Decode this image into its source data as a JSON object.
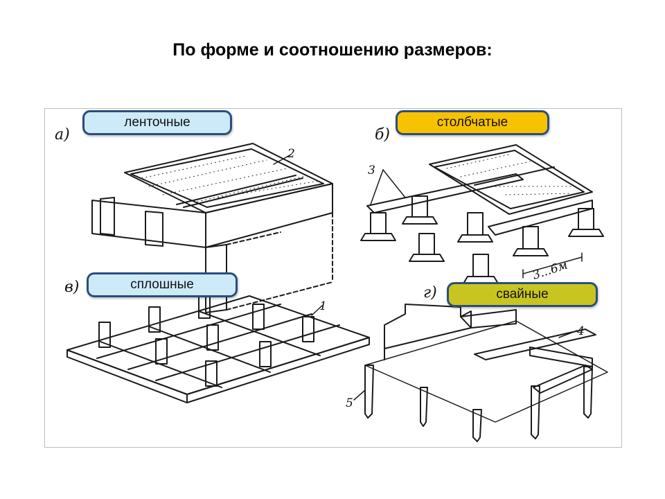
{
  "title": "По форме и соотношению размеров:",
  "panels": {
    "a": {
      "letter": "а)",
      "label": "ленточные",
      "callout": "2"
    },
    "b": {
      "letter": "б)",
      "label": "столбчатые",
      "callout": "3",
      "dimension": "3...6м"
    },
    "v": {
      "letter": "в)",
      "label": "сплошные",
      "callout": "1"
    },
    "g": {
      "letter": "г)",
      "label": "свайные",
      "callout_cap": "4",
      "callout_pile": "5"
    }
  },
  "colors": {
    "badge_light_blue": "#cdeaf8",
    "badge_orange": "#f7c200",
    "badge_olive": "#c9c520",
    "badge_border": "#2a4e7d",
    "ink": "#1a1a1a"
  }
}
